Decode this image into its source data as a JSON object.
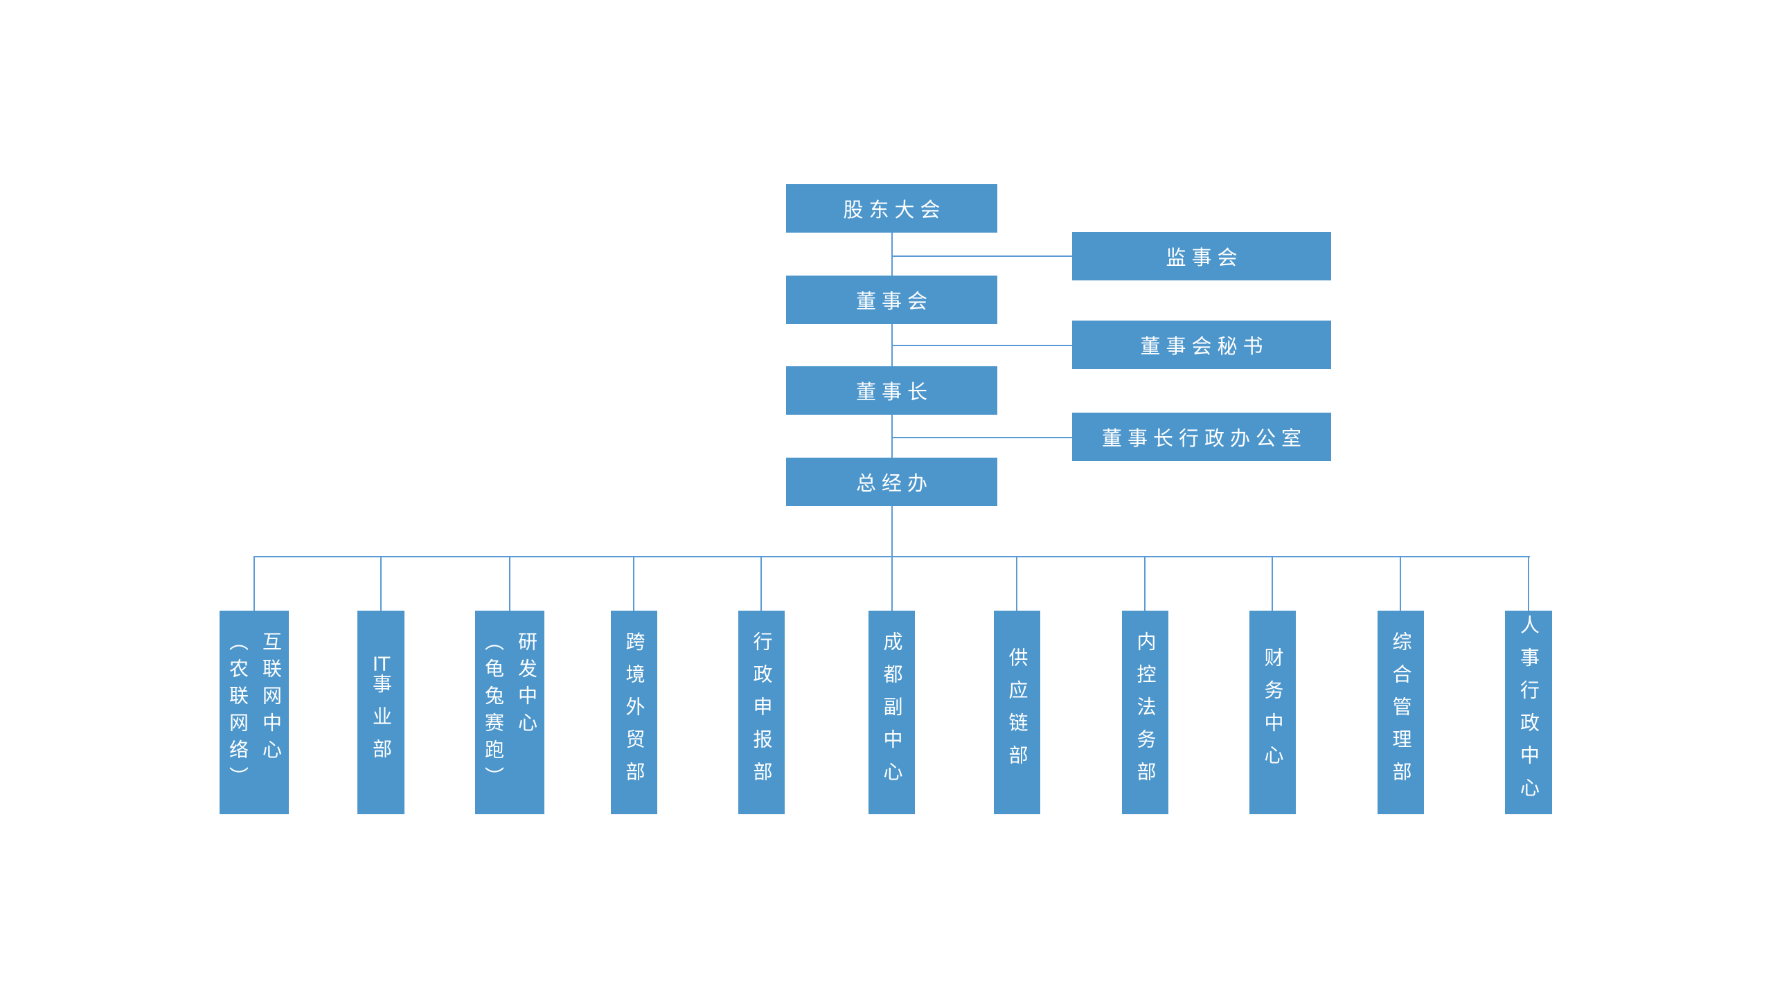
{
  "diagram": {
    "type": "org-chart",
    "colors": {
      "box": "#4d96cb",
      "line": "#5b9bd5",
      "text": "#ffffff",
      "background": "#ffffff"
    },
    "root_chain": [
      {
        "id": "shareholders-meeting",
        "label": "股东大会"
      },
      {
        "id": "board-of-directors",
        "label": "董事会"
      },
      {
        "id": "chairman",
        "label": "董事长"
      },
      {
        "id": "general-manager-office",
        "label": "总经办"
      }
    ],
    "side_nodes": [
      {
        "id": "supervisory-board",
        "label": "监事会",
        "attached_between": [
          "股东大会",
          "董事会"
        ]
      },
      {
        "id": "board-secretary",
        "label": "董事会秘书",
        "attached_between": [
          "董事会",
          "董事长"
        ]
      },
      {
        "id": "chairman-admin-office",
        "label": "董事长行政办公室",
        "attached_between": [
          "董事长",
          "总经办"
        ]
      }
    ],
    "departments": [
      {
        "id": "internet-center",
        "label": "互联网中心（农联网络）",
        "lines": [
          "互联网中心",
          "（农联网络）"
        ]
      },
      {
        "id": "it-business-division",
        "label": "IT事业部",
        "lines": [
          "IT事业部"
        ]
      },
      {
        "id": "rd-center",
        "label": "研发中心（龟兔赛跑）",
        "lines": [
          "研发中心",
          "（龟兔赛跑）"
        ]
      },
      {
        "id": "cross-border-trade-dept",
        "label": "跨境外贸部",
        "lines": [
          "跨境外贸部"
        ]
      },
      {
        "id": "admin-declaration-dept",
        "label": "行政申报部",
        "lines": [
          "行政申报部"
        ]
      },
      {
        "id": "chengdu-sub-center",
        "label": "成都副中心",
        "lines": [
          "成都副中心"
        ]
      },
      {
        "id": "supply-chain-dept",
        "label": "供应链部",
        "lines": [
          "供应链部"
        ]
      },
      {
        "id": "internal-control-legal-dept",
        "label": "内控法务部",
        "lines": [
          "内控法务部"
        ]
      },
      {
        "id": "finance-center",
        "label": "财务中心",
        "lines": [
          "财务中心"
        ]
      },
      {
        "id": "general-management-dept",
        "label": "综合管理部",
        "lines": [
          "综合管理部"
        ]
      },
      {
        "id": "hr-admin-center",
        "label": "人事行政中心",
        "lines": [
          "人事行政中心"
        ]
      }
    ],
    "edges_note": "总经办 connects downward to all 11 departments via a horizontal bus; each side node connects by a horizontal branch from the central chain."
  }
}
